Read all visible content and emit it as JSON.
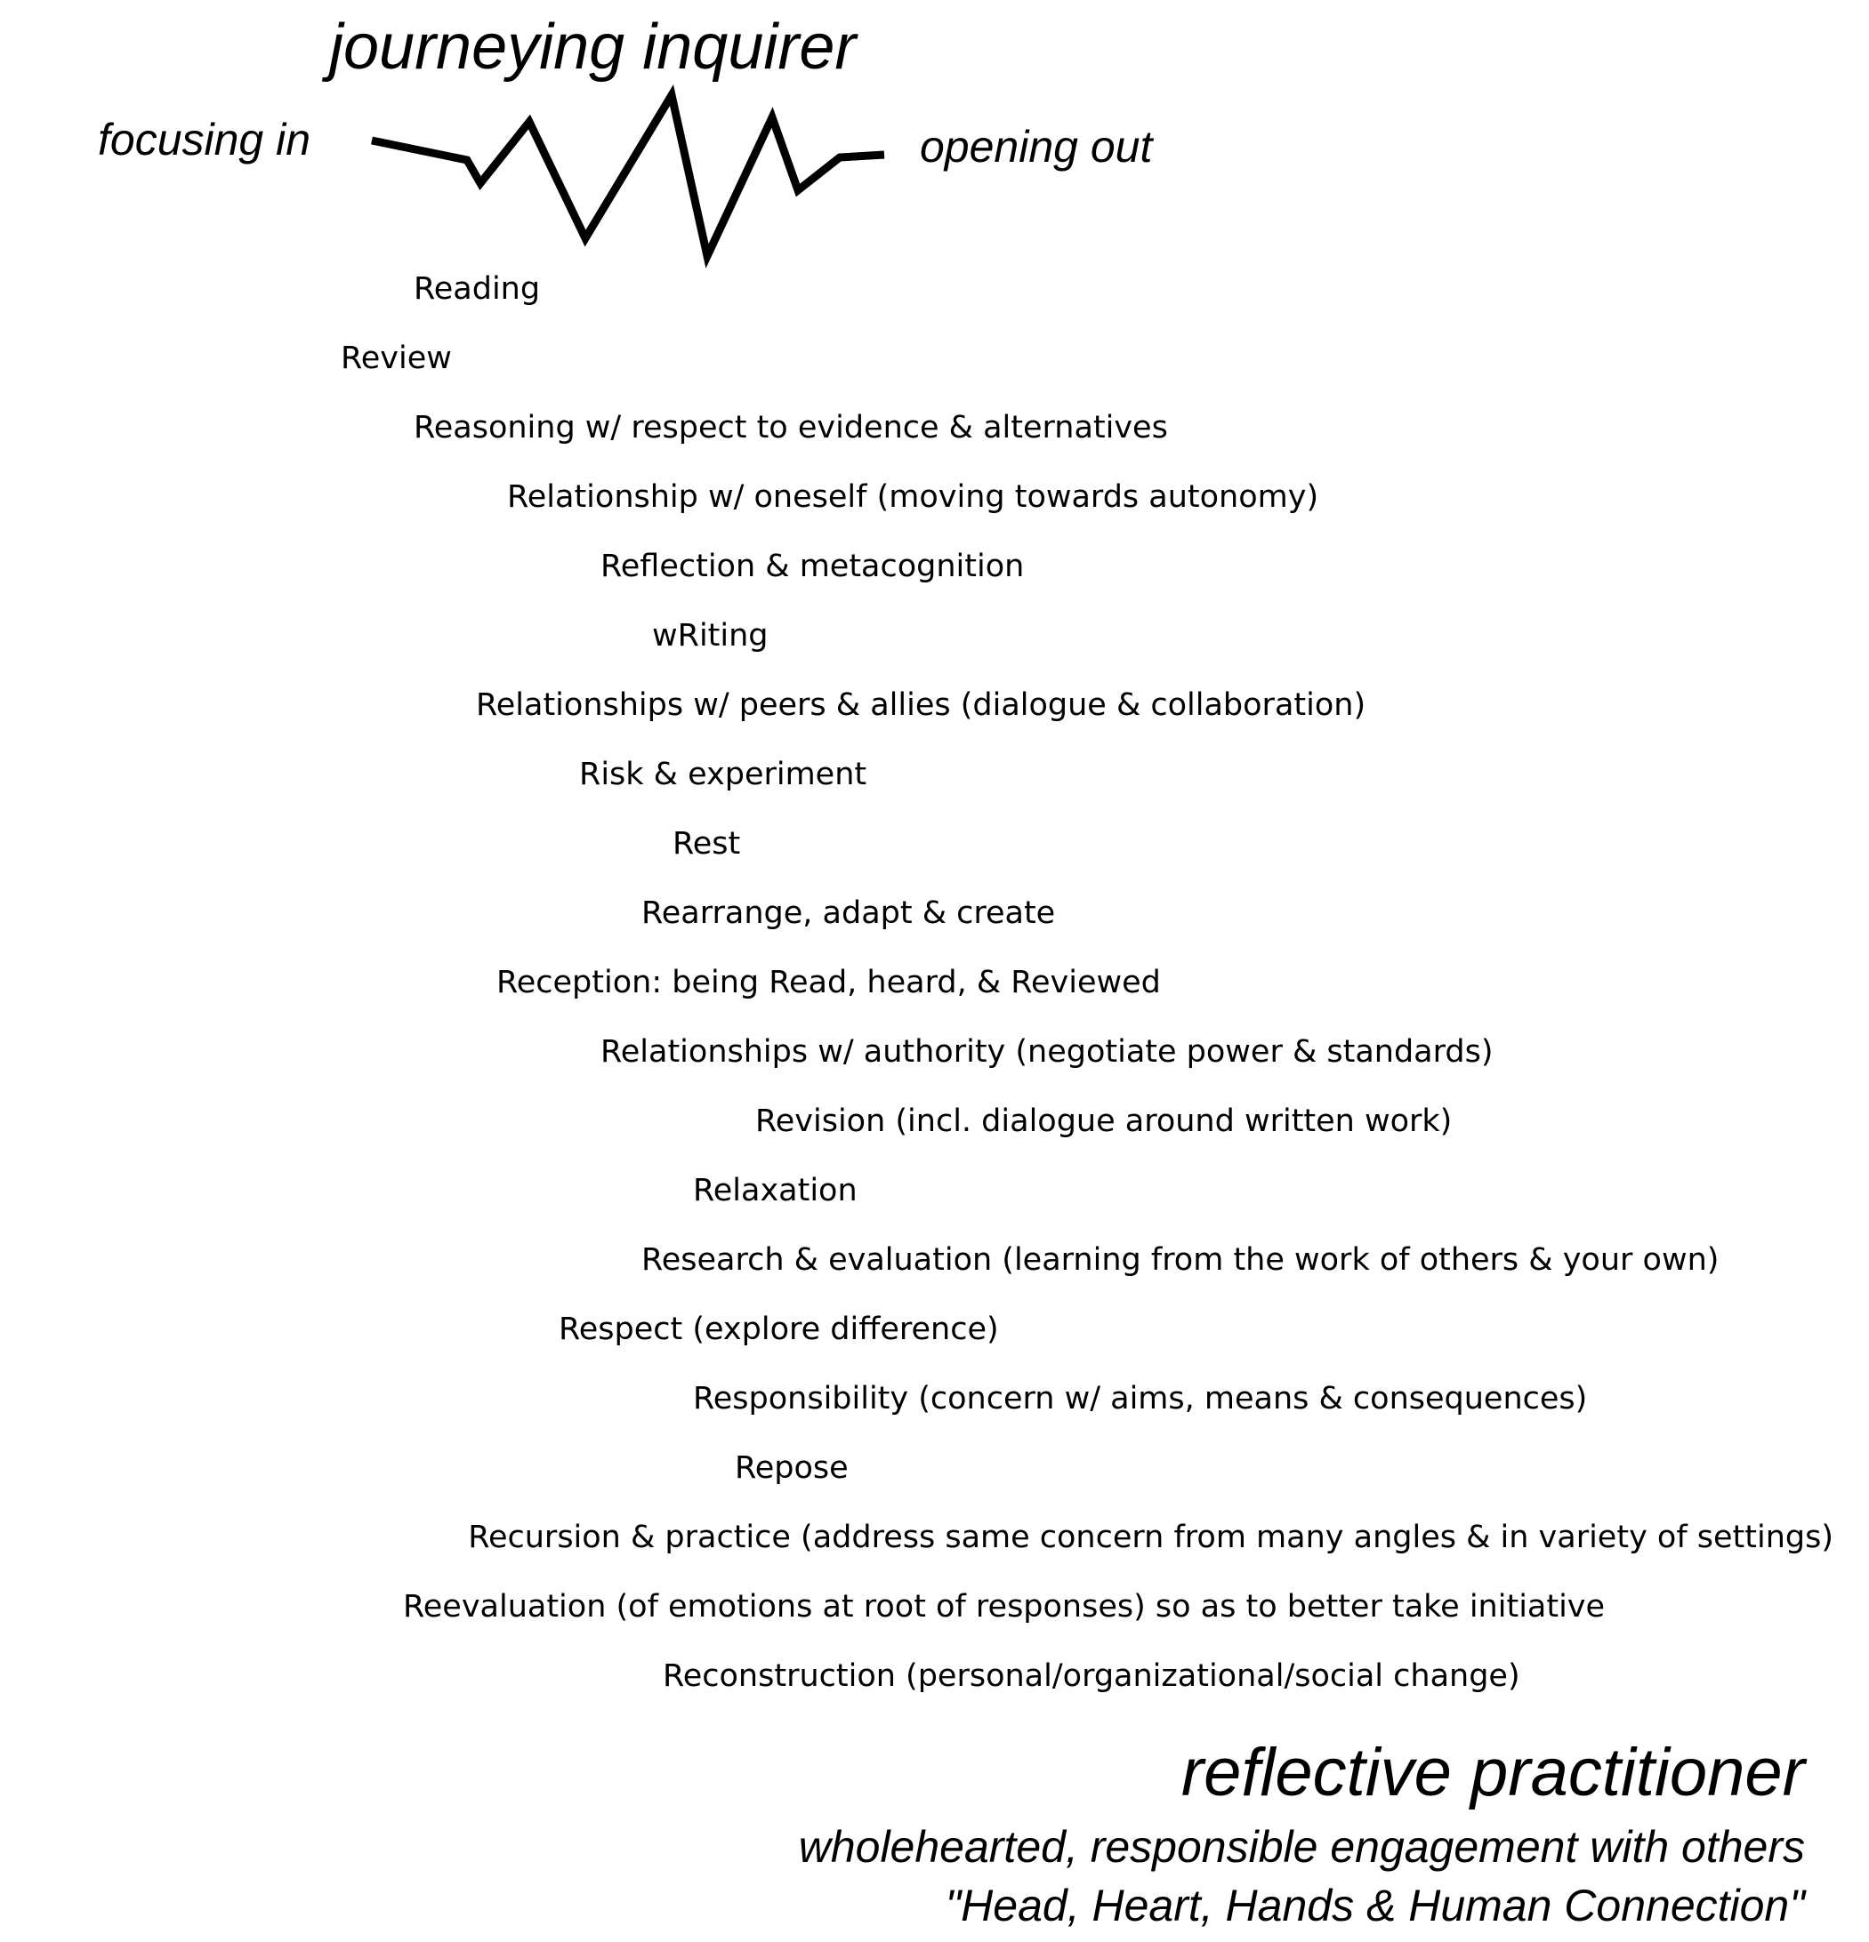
{
  "header": {
    "title": "journeying inquirer",
    "left_label": "focusing in",
    "right_label": "opening out"
  },
  "items": [
    "Reading",
    "Review",
    "Reasoning w/ respect to evidence & alternatives",
    "Relationship w/ oneself (moving towards autonomy)",
    "Reflection & metacognition",
    "wRiting",
    "Relationships w/ peers & allies (dialogue & collaboration)",
    "Risk & experiment",
    "Rest",
    "Rearrange, adapt & create",
    "Reception: being Read, heard, & Reviewed",
    "Relationships w/ authority (negotiate power & standards)",
    "Revision (incl. dialogue around written work)",
    "Relaxation",
    "Research & evaluation (learning from the work of others & your own)",
    "Respect (explore difference)",
    "Responsibility (concern w/ aims, means & consequences)",
    "Repose",
    "Recursion & practice (address same concern from many angles & in variety of settings)",
    "Reevaluation (of emotions at root of responses) so as to better take initiative",
    "Reconstruction (personal/organizational/social change)"
  ],
  "footer": {
    "title": "reflective practitioner",
    "subtitle": "wholehearted, responsible engagement with others",
    "quote": "\"Head, Heart, Hands & Human Connection\""
  }
}
